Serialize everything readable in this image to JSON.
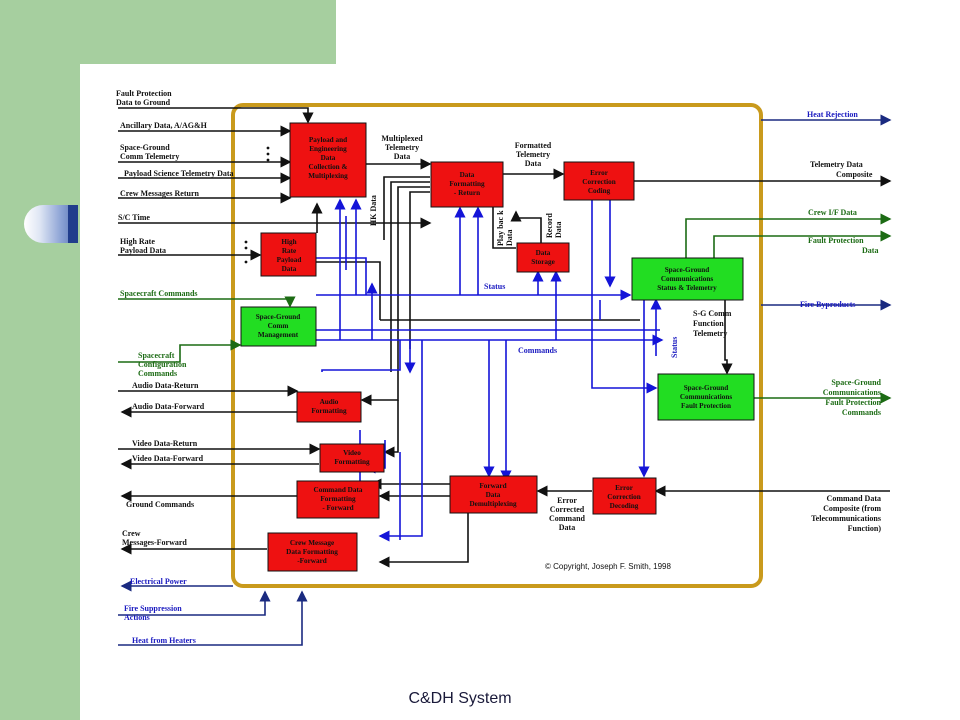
{
  "slide": {
    "footer": "C&DH System"
  },
  "copyright": "© Copyright, Joseph F. Smith, 1998",
  "boxes": {
    "payload_eng": [
      "Payload and",
      "Engineering",
      "Data",
      "Collection &",
      "Multiplexing"
    ],
    "high_rate": [
      "High",
      "Rate",
      "Payload",
      "Data"
    ],
    "data_fmt_return": [
      "Data",
      "Formatting",
      "- Return"
    ],
    "error_coding": [
      "Error",
      "Correction",
      "Coding"
    ],
    "data_storage": [
      "Data",
      "Storage"
    ],
    "sg_status": [
      "Space-Ground",
      "Communications",
      "Status & Telemetry"
    ],
    "sg_comm_mgmt": [
      "Space-Ground",
      "Comm",
      "Management"
    ],
    "sg_fault": [
      "Space-Ground",
      "Communications",
      "Fault Protection"
    ],
    "audio_fmt": [
      "Audio",
      "Formatting"
    ],
    "video_fmt": [
      "Video",
      "Formatting"
    ],
    "cmd_data_fmt": [
      "Command Data",
      "Formatting",
      "- Forward"
    ],
    "fwd_demux": [
      "Forward",
      "Data",
      "Demultiplexing"
    ],
    "error_decoding": [
      "Error",
      "Correction",
      "Decoding"
    ],
    "crew_msg_fmt": [
      "Crew Message",
      "Data Formatting",
      "-Forward"
    ]
  },
  "left_labels": {
    "fault_prot_ground": [
      "Fault Protection",
      "Data to Ground"
    ],
    "ancillary": "Ancillary Data, A/AG&H",
    "sg_comm_telemetry": [
      "Space-Ground",
      "Comm Telemetry"
    ],
    "payload_science": "Payload Science Telemetry Data",
    "crew_msg_return": "Crew Messages Return",
    "sc_time": "S/C Time",
    "high_rate_payload": [
      "High Rate",
      "Payload Data"
    ],
    "spacecraft_commands": "Spacecraft Commands",
    "spacecraft_config": [
      "Spacecraft",
      "Configuration",
      "Commands"
    ],
    "audio_return": "Audio Data-Return",
    "audio_forward": "Audio Data-Forward",
    "video_return": "Video Data-Return",
    "video_forward": "Video Data-Forward",
    "ground_commands": "Ground Commands",
    "crew_msg_forward": [
      "Crew",
      "Messages-Forward"
    ],
    "electrical_power": "Electrical Power",
    "fire_suppression": [
      "Fire Suppression",
      "Actions"
    ],
    "heat_heaters": "Heat from Heaters"
  },
  "right_labels": {
    "heat_rejection": "Heat Rejection",
    "telemetry_composite": [
      "Telemetry Data",
      "Composite"
    ],
    "crew_if": "Crew I/F Data",
    "fault_prot_data": [
      "Fault Protection",
      "Data"
    ],
    "fire_byproducts": "Fire Byproducts",
    "sg_fault_cmds": [
      "Space-Ground",
      "Communications",
      "Fault Protection",
      "Commands"
    ],
    "cmd_data_composite": [
      "Command Data",
      "Composite (from",
      "Telecommunications",
      "Function)"
    ]
  },
  "inner_labels": {
    "multiplexed": [
      "Multiplexed",
      "Telemetry",
      "Data"
    ],
    "formatted": [
      "Formatted",
      "Telemetry",
      "Data"
    ],
    "hk_data": "HK Data",
    "playback": [
      "Play bac k",
      "Data"
    ],
    "record": [
      "Record",
      "Data"
    ],
    "status": "Status",
    "commands": "Commands",
    "sg_comm_fn": [
      "S-G Comm",
      "Function",
      "Telemetry"
    ],
    "status_v": "Status",
    "error_corrected": [
      "Error",
      "Corrected",
      "Command",
      "Data"
    ]
  },
  "colors": {
    "border": "#c99a1c",
    "box_red": "#ee1111",
    "box_green": "#22dd22",
    "line_blue": "#1414d8",
    "line_green": "#1c6b14",
    "line_dark_blue": "#1a2a80",
    "slide_green": "#a6cf9f"
  }
}
